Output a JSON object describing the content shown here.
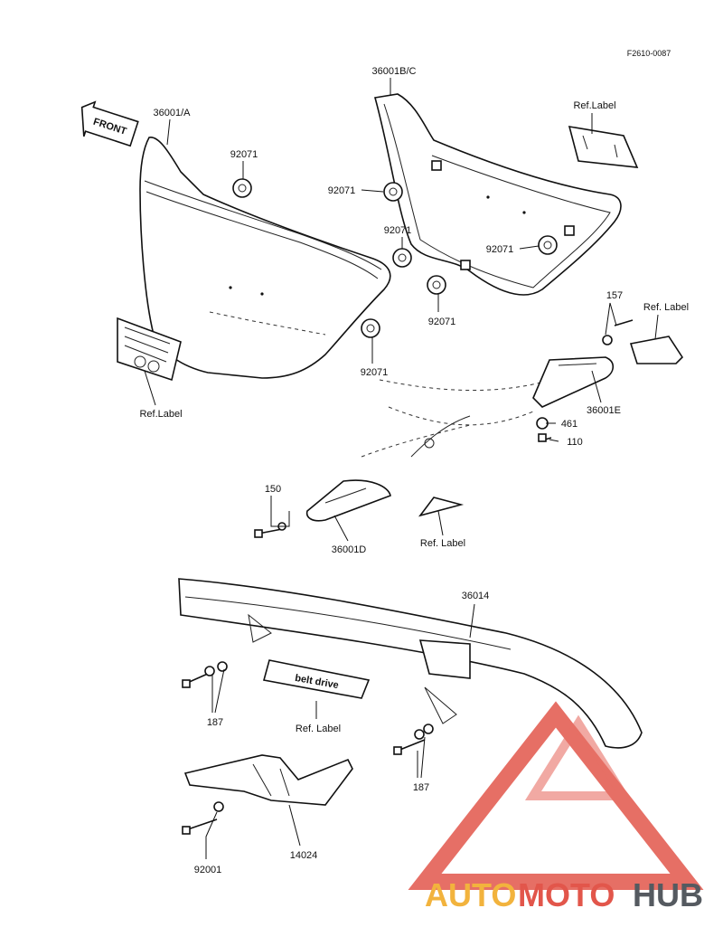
{
  "diagram": {
    "code": "F2610-0087",
    "labels": {
      "front": "FRONT",
      "p36001a": "36001/A",
      "p36001bc": "36001B/C",
      "ref_label_top": "Ref.Label",
      "p92071_a": "92071",
      "p92071_b": "92071",
      "p92071_c": "92071",
      "p92071_d": "92071",
      "p92071_e": "92071",
      "p92071_f": "92071",
      "p157": "157",
      "ref_label_right": "Ref. Label",
      "p36001e": "36001E",
      "p461": "461",
      "p110": "110",
      "ref_label_left": "Ref.Label",
      "p150": "150",
      "p36001d": "36001D",
      "ref_label_mid": "Ref. Label",
      "p36014": "36014",
      "belt_drive": "belt drive",
      "ref_label_belt": "Ref. Label",
      "p187_a": "187",
      "p187_b": "187",
      "p14024": "14024",
      "p92001": "92001"
    }
  },
  "watermark": {
    "auto": "AUTO",
    "moto": "MOTO",
    "hub": "HUB",
    "color_triangle": "#e2564b",
    "color_auto": "#f2b33d",
    "color_hub": "#555a60"
  }
}
